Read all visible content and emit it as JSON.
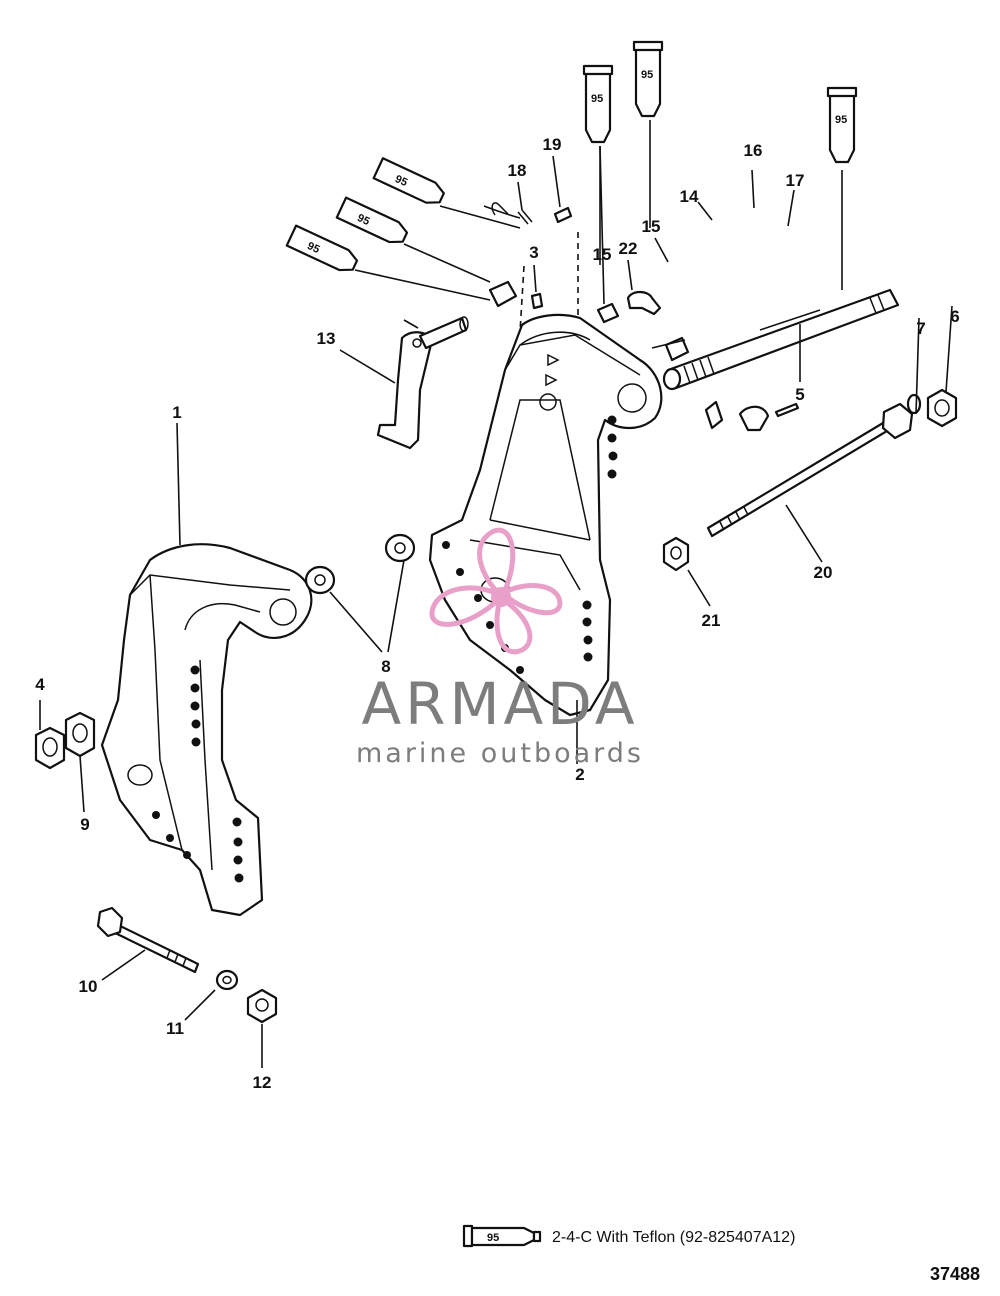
{
  "callouts": [
    "1",
    "2",
    "3",
    "4",
    "5",
    "6",
    "7",
    "8",
    "9",
    "10",
    "11",
    "12",
    "13",
    "14",
    "15",
    "15",
    "16",
    "17",
    "18",
    "19",
    "20",
    "21",
    "22"
  ],
  "tube_label": "95",
  "watermark": {
    "brand": "ARMADA",
    "tagline": "marine outboards",
    "colors": {
      "text": "#7d7d7d",
      "logo": "#e8a0c8"
    }
  },
  "legend": {
    "tube_label": "95",
    "text": "2-4-C  With Teflon (92-825407A12)"
  },
  "reference_number": "37488"
}
